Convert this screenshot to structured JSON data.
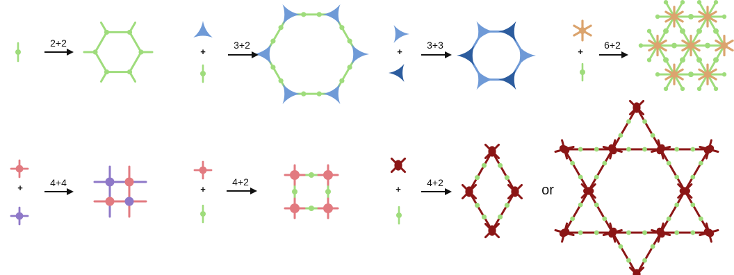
{
  "colors": {
    "linker": "#9fdc7c",
    "c3_light": "#6f9ad7",
    "c3_dark": "#2c5c9e",
    "c6": "#dba46e",
    "c4_red": "#e27a80",
    "c4_purple": "#8e78c8",
    "c4_dark": "#8b1616"
  },
  "reactions": [
    {
      "label": "2+2"
    },
    {
      "label": "3+2"
    },
    {
      "label": "3+3"
    },
    {
      "label": "6+2"
    },
    {
      "label": "4+4"
    },
    {
      "label": "4+2"
    },
    {
      "label": "4+2"
    }
  ],
  "plus_sign": "+",
  "or_word": "or"
}
